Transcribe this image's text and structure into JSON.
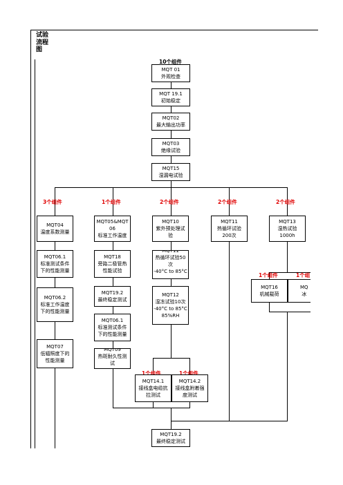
{
  "frame": {
    "title": "试验\n流程\n图"
  },
  "top_count": "10个组件",
  "main_chain": [
    {
      "id": "mqt01",
      "text": "MQT 01\n外观检查"
    },
    {
      "id": "mqt191",
      "text": "MQT 19.1\n初始稳定"
    },
    {
      "id": "mqt02",
      "text": "MQT02\n最大输出功率"
    },
    {
      "id": "mqt03",
      "text": "MQT03\n绝缘试验"
    },
    {
      "id": "mqt15",
      "text": "MQT15\n湿漏电试验"
    }
  ],
  "branch_counts": [
    "3个组件",
    "1个组件",
    "2个组件",
    "2个组件",
    "2个组件"
  ],
  "branches": {
    "col1": [
      {
        "text": "MQT04\n温度系数测量"
      },
      {
        "text": "MQT06.1\n标准测试条件\n下的性能测量"
      },
      {
        "text": "MQT06.2\n标准工作温度\n下的性能测量"
      },
      {
        "text": "MQT07\n低辐照度下的\n性能测量"
      }
    ],
    "col2": [
      {
        "text": "MQT05&MQT\n06\n标准工作温度"
      },
      {
        "text": "MQT18\n旁路二极管热\n性能试验"
      },
      {
        "text": "MQT19.2\n最终稳定测试"
      },
      {
        "text": "MQT06.1\n标准测试条件\n下的性能测量"
      },
      {
        "text": "MQT09\n热斑耐久性测\n试"
      }
    ],
    "col3": [
      {
        "text": "MQT10\n紫外预处理试\n验"
      },
      {
        "text": "MQT11\n热循环试验50\n次\n-40°C to 85°C"
      },
      {
        "text": "MQT12\n湿冻试验10次\n-40°C to 85°C\n85%RH"
      }
    ],
    "col4": [
      {
        "text": "MQT11\n热循环试验\n200次"
      }
    ],
    "col5": [
      {
        "text": "MQT13\n湿热试验\n1000h"
      }
    ]
  },
  "sub_col3": {
    "counts": [
      "1个组件",
      "1个组件"
    ],
    "boxes": [
      {
        "text": "MQT14.1\n接线盒电缆抗\n拉测试"
      },
      {
        "text": "MQT14.2\n接线盒附着强\n度测试"
      }
    ]
  },
  "sub_col5": {
    "counts": [
      "1个组件",
      "1个组"
    ],
    "boxes": [
      {
        "text": "MQT16\n机械载荷"
      },
      {
        "text": "MQ\n冰"
      }
    ]
  },
  "final": {
    "text": "MQT19.2\n最终稳定测试"
  }
}
